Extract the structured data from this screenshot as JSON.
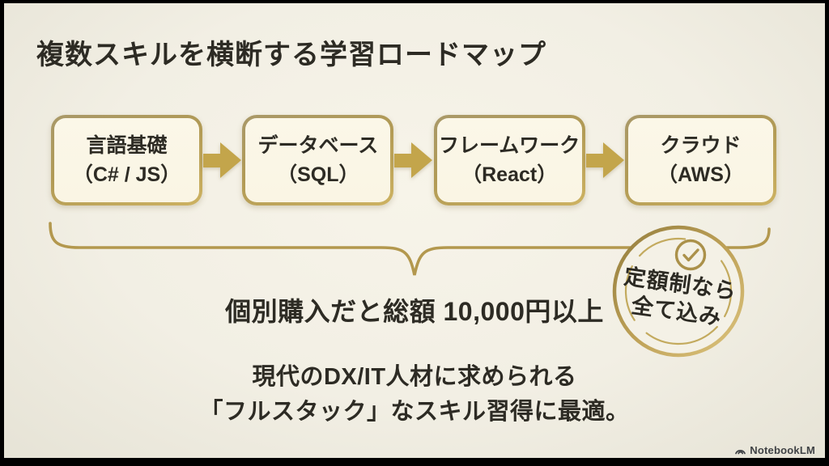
{
  "slide": {
    "title": "複数スキルを横断する学習ロードマップ",
    "roadmap": {
      "steps": [
        {
          "line1": "言語基礎",
          "line2": "（C# / JS）"
        },
        {
          "line1": "データベース",
          "line2": "（SQL）"
        },
        {
          "line1": "フレームワーク",
          "line2": "（React）"
        },
        {
          "line1": "クラウド",
          "line2": "（AWS）"
        }
      ]
    },
    "pricing_note": "個別購入だと総額 10,000円以上",
    "badge": {
      "line1": "定額制なら",
      "line2": "全て込み",
      "icon": "check-circle-icon"
    },
    "summary": {
      "line1": "現代のDX/IT人材に求められる",
      "line2": "「フルスタック」なスキル習得に最適。"
    },
    "watermark": "NotebookLM"
  },
  "colors": {
    "background": "#f2efe4",
    "box_fill": "#fbf7e8",
    "gold_border": "#b19a55",
    "gold_arrow": "#c3a54b",
    "gold_brace": "#b3984e",
    "text_dark": "#2d2b24"
  }
}
